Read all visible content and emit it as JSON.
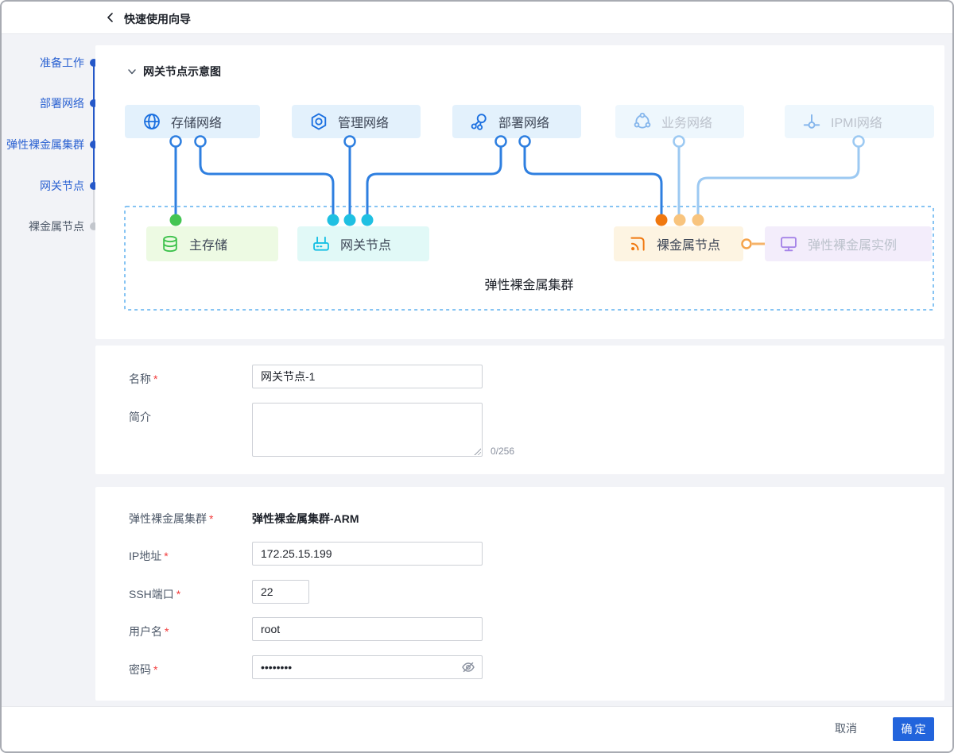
{
  "header": {
    "title": "快速使用向导"
  },
  "sidebar": {
    "steps": [
      {
        "label": "准备工作",
        "state": "done"
      },
      {
        "label": "部署网络",
        "state": "done"
      },
      {
        "label": "弹性裸金属集群",
        "state": "done"
      },
      {
        "label": "网关节点",
        "state": "current"
      },
      {
        "label": "裸金属节点",
        "state": "pending"
      }
    ]
  },
  "diagram": {
    "section_title": "网关节点示意图",
    "cluster_label": "弹性裸金属集群",
    "top_nodes": [
      {
        "label": "存储网络",
        "icon": "globe-icon",
        "state": "active"
      },
      {
        "label": "管理网络",
        "icon": "settings-icon",
        "state": "active"
      },
      {
        "label": "部署网络",
        "icon": "nodes-icon",
        "state": "active"
      },
      {
        "label": "业务网络",
        "icon": "orbit-icon",
        "state": "inactive"
      },
      {
        "label": "IPMI网络",
        "icon": "probe-icon",
        "state": "inactive"
      }
    ],
    "bottom_nodes": [
      {
        "label": "主存储",
        "icon": "database-icon",
        "accent": "#44c553",
        "bg": "#edfae3"
      },
      {
        "label": "网关节点",
        "icon": "router-icon",
        "accent": "#1fc0e2",
        "bg": "#e1f9f7"
      },
      {
        "label": "裸金属节点",
        "icon": "rss-icon",
        "accent": "#f0780f",
        "bg": "#fdf4e2"
      },
      {
        "label": "弹性裸金属实例",
        "icon": "monitor-icon",
        "accent": "#a583e8",
        "bg": "#f3edfb"
      }
    ],
    "line_colors": {
      "active": "#2e7fe0",
      "inactive": "#9cc9f2",
      "link": "#f5b36a"
    }
  },
  "form": {
    "required_mark": "*",
    "name": {
      "label": "名称",
      "value": "网关节点-1"
    },
    "description": {
      "label": "简介",
      "value": "",
      "counter": "0/256"
    },
    "cluster": {
      "label": "弹性裸金属集群",
      "value": "弹性裸金属集群-ARM"
    },
    "ip": {
      "label": "IP地址",
      "value": "172.25.15.199"
    },
    "ssh_port": {
      "label": "SSH端口",
      "value": "22"
    },
    "username": {
      "label": "用户名",
      "value": "root"
    },
    "password": {
      "label": "密码",
      "value": "••••••••"
    }
  },
  "footer": {
    "cancel_label": "取消",
    "confirm_label": "确定"
  }
}
